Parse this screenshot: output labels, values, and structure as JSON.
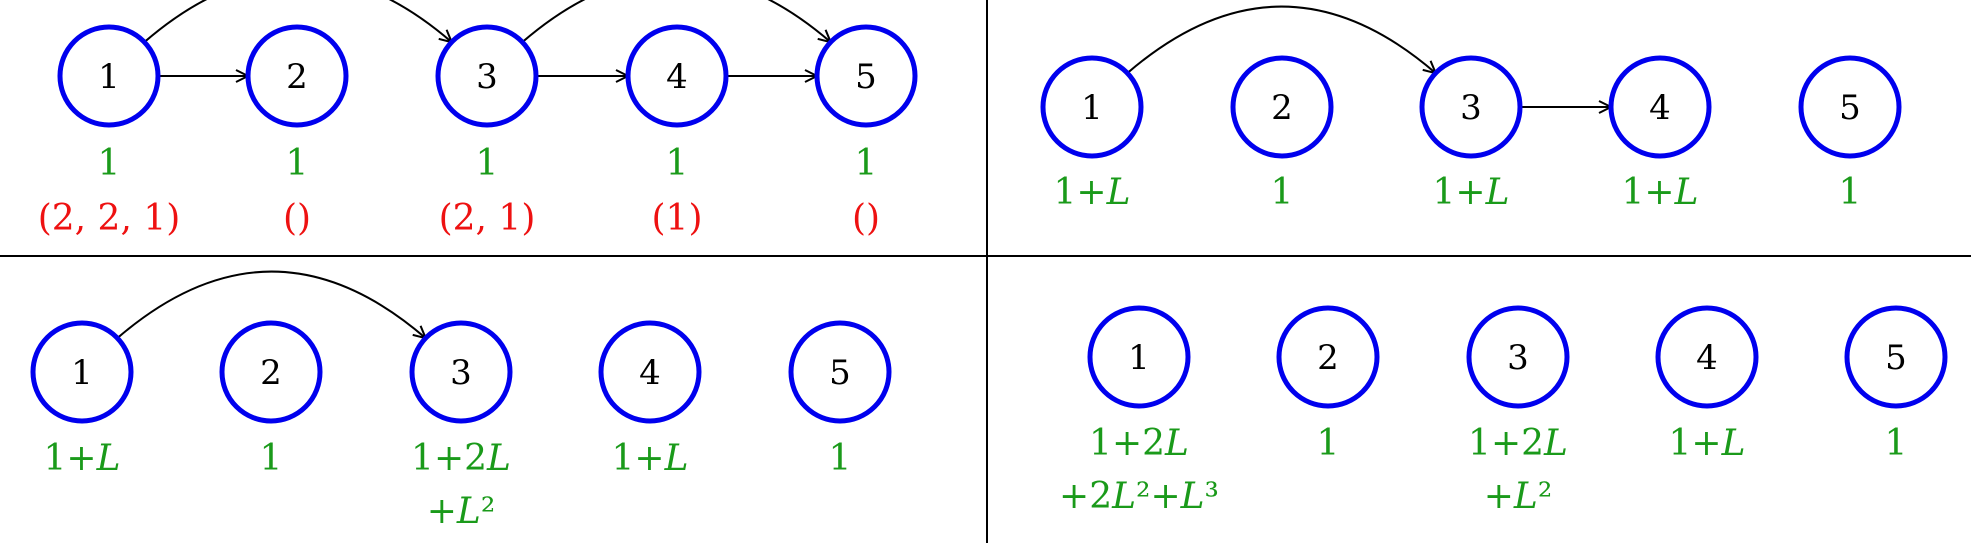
{
  "colors": {
    "node_stroke": "#0000ee",
    "green_label": "#1a9a1a",
    "red_label": "#ee1111",
    "edge": "#000000"
  },
  "panels": [
    {
      "id": "top-left",
      "nodes": [
        {
          "label": "1",
          "green": [
            "1"
          ],
          "red": "(2, 2, 1)"
        },
        {
          "label": "2",
          "green": [
            "1"
          ],
          "red": "()"
        },
        {
          "label": "3",
          "green": [
            "1"
          ],
          "red": "(2, 1)"
        },
        {
          "label": "4",
          "green": [
            "1"
          ],
          "red": "(1)"
        },
        {
          "label": "5",
          "green": [
            "1"
          ],
          "red": "()"
        }
      ],
      "edges": [
        {
          "from": 1,
          "to": 2,
          "kind": "straight"
        },
        {
          "from": 1,
          "to": 3,
          "kind": "arc"
        },
        {
          "from": 3,
          "to": 4,
          "kind": "straight"
        },
        {
          "from": 3,
          "to": 5,
          "kind": "arc"
        },
        {
          "from": 4,
          "to": 5,
          "kind": "straight"
        }
      ]
    },
    {
      "id": "top-right",
      "nodes": [
        {
          "label": "1",
          "green": [
            "1+L"
          ]
        },
        {
          "label": "2",
          "green": [
            "1"
          ]
        },
        {
          "label": "3",
          "green": [
            "1+L"
          ]
        },
        {
          "label": "4",
          "green": [
            "1+L"
          ]
        },
        {
          "label": "5",
          "green": [
            "1"
          ]
        }
      ],
      "edges": [
        {
          "from": 1,
          "to": 3,
          "kind": "arc"
        },
        {
          "from": 3,
          "to": 4,
          "kind": "straight"
        }
      ]
    },
    {
      "id": "bottom-left",
      "nodes": [
        {
          "label": "1",
          "green": [
            "1+L"
          ]
        },
        {
          "label": "2",
          "green": [
            "1"
          ]
        },
        {
          "label": "3",
          "green": [
            "1+2L",
            "+L²"
          ]
        },
        {
          "label": "4",
          "green": [
            "1+L"
          ]
        },
        {
          "label": "5",
          "green": [
            "1"
          ]
        }
      ],
      "edges": [
        {
          "from": 1,
          "to": 3,
          "kind": "arc"
        }
      ]
    },
    {
      "id": "bottom-right",
      "nodes": [
        {
          "label": "1",
          "green": [
            "1+2L",
            "+2L²+L³"
          ]
        },
        {
          "label": "2",
          "green": [
            "1"
          ]
        },
        {
          "label": "3",
          "green": [
            "1+2L",
            "+L²"
          ]
        },
        {
          "label": "4",
          "green": [
            "1+L"
          ]
        },
        {
          "label": "5",
          "green": [
            "1"
          ]
        }
      ],
      "edges": []
    }
  ]
}
